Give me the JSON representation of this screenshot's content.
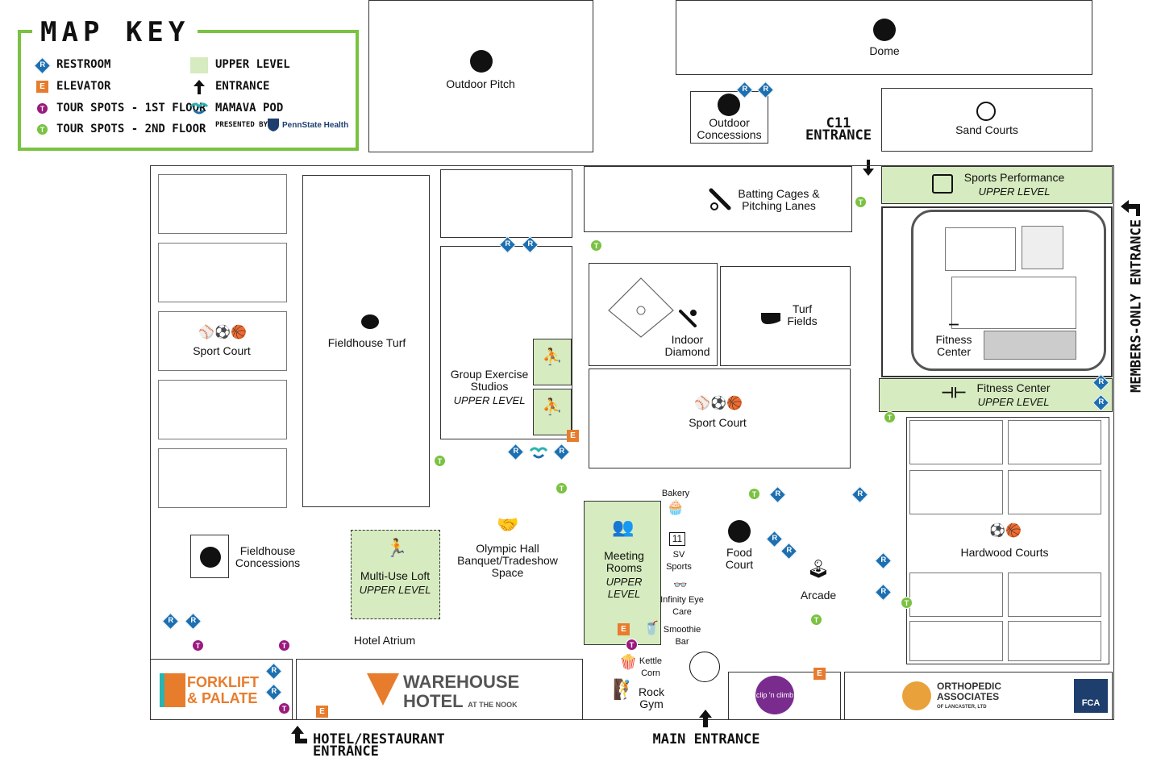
{
  "map_key": {
    "title": "MAP KEY",
    "items": {
      "restroom": "RESTROOM",
      "elevator": "ELEVATOR",
      "tour1": "TOUR SPOTS - 1ST FLOOR",
      "tour2": "TOUR SPOTS - 2ND FLOOR",
      "upper": "UPPER LEVEL",
      "entrance": "ENTRANCE",
      "mamava": "MAMAVA POD",
      "presented": "PRESENTED BY",
      "sponsor": "PennState Health"
    }
  },
  "markers": {
    "restroom": "R",
    "elevator": "E",
    "tour": "T"
  },
  "areas": {
    "outdoor_pitch": "Outdoor Pitch",
    "dome": "Dome",
    "outdoor_concessions": "Outdoor Concessions",
    "sand_courts": "Sand Courts",
    "batting_cages": "Batting Cages & Pitching Lanes",
    "sports_performance": "Sports Performance",
    "fitness_center": "Fitness Center",
    "fitness_center_upper": "Fitness Center",
    "fieldhouse_turf": "Fieldhouse Turf",
    "sport_court_left": "Sport Court",
    "group_exercise": "Group Exercise Studios",
    "indoor_diamond": "Indoor Diamond",
    "turf_fields": "Turf Fields",
    "sport_court_center": "Sport Court",
    "hardwood_courts": "Hardwood Courts",
    "fieldhouse_concessions": "Fieldhouse Concessions",
    "multi_use_loft": "Multi-Use Loft",
    "olympic_hall": "Olympic Hall Banquet/Tradeshow Space",
    "meeting_rooms": "Meeting Rooms",
    "bakery": "Bakery",
    "sv_sports": "SV Sports",
    "infinity_eye": "Infinity Eye Care",
    "smoothie_bar": "Smoothie Bar",
    "kettle_corn": "Kettle Corn",
    "food_court": "Food Court",
    "arcade": "Arcade",
    "hotel_atrium": "Hotel Atrium",
    "rock_gym": "Rock Gym"
  },
  "upper_level_label": "UPPER LEVEL",
  "entrances": {
    "c11": "C11",
    "c11_sub": "ENTRANCE",
    "members": "MEMBERS-ONLY ENTRANCE",
    "hotel": "HOTEL/RESTAURANT ENTRANCE",
    "main": "MAIN ENTRANCE"
  },
  "logos": {
    "forklift_1": "FORKLIFT",
    "forklift_2": "& PALATE",
    "warehouse_1": "WAREHOUSE",
    "warehouse_2": "HOTEL",
    "warehouse_3": "AT THE NOOK",
    "clip": "clip 'n climb",
    "ortho_1": "ORTHOPEDIC",
    "ortho_2": "ASSOCIATES",
    "ortho_3": "OF LANCASTER, LTD",
    "fca": "FCA"
  },
  "colors": {
    "key_border": "#7ac242",
    "upper_fill": "#d6ebbf",
    "restroom": "#1c6fb0",
    "elevator": "#e77c2d",
    "tour_1st": "#9a1a7e",
    "tour_2nd": "#7ac242",
    "mamava": "#2bb3b1"
  }
}
